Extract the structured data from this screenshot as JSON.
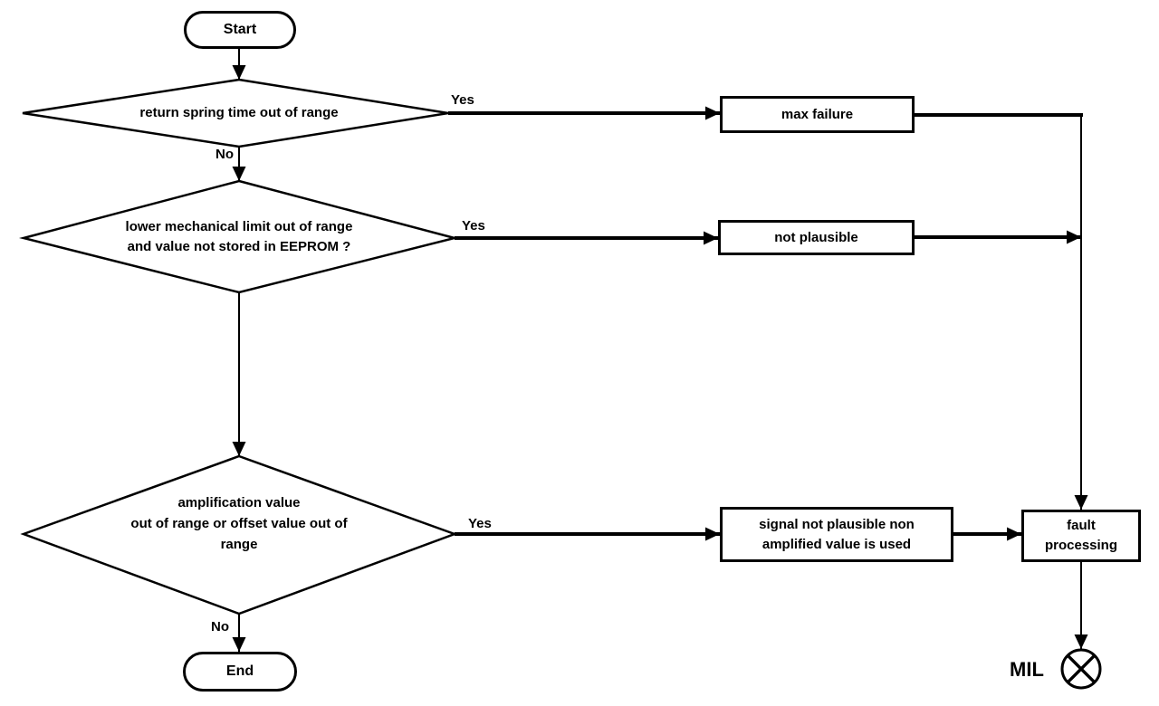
{
  "flowchart": {
    "nodes": {
      "start": "Start",
      "decision1": "return spring time out of range",
      "decision2": [
        "lower mechanical limit out of range",
        "and value not stored in EEPROM ?"
      ],
      "decision3": [
        "amplification value",
        "out of range or offset value out of",
        "range"
      ],
      "max_failure": "max failure",
      "not_plausible": "not plausible",
      "signal_not_plausible": [
        "signal not plausible non",
        "amplified value is used"
      ],
      "fault_processing": [
        "fault",
        "processing"
      ],
      "end": "End"
    },
    "edge_labels": {
      "decision1_yes": "Yes",
      "decision1_no": "No",
      "decision2_yes": "Yes",
      "decision3_yes": "Yes",
      "decision3_no": "No"
    },
    "mil_label": "MIL",
    "colors": {
      "line": "#000000",
      "fill": "#ffffff",
      "background": "#ffffff",
      "text": "#000000"
    }
  }
}
